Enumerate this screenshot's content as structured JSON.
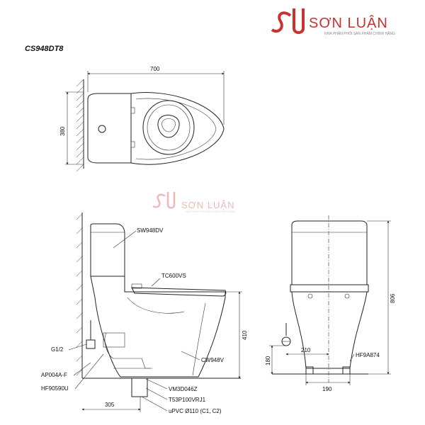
{
  "brand": {
    "name": "SƠN LUẬN",
    "tagline": "NHÀ PHÂN PHỐI SẢN PHẨM CHÍNH HÃNG"
  },
  "model": "CS948DT8",
  "dimensions": {
    "top_width": "700",
    "top_depth": "380",
    "side_height": "410",
    "side_depth": "305",
    "front_height": "806",
    "front_offset": "210",
    "front_width": "190",
    "front_base": "180"
  },
  "parts": {
    "tank": "SW948DV",
    "seat": "TC600VS",
    "bowl": "CW948V",
    "connector": "G1/2",
    "valve": "AP004A-F",
    "hose": "HF90590U",
    "flange": "VM3D046Z",
    "trap": "T53P100VRJ1",
    "pipe": "uPVC Ø110 (C1, C2)",
    "front_hose": "HF9A874"
  }
}
